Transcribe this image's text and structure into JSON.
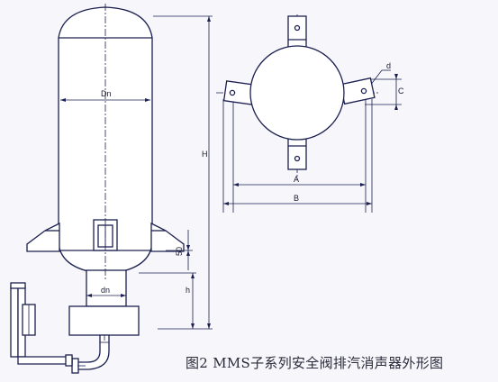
{
  "labels": {
    "Dn": "Dn",
    "dn": "dn",
    "H": "H",
    "h": "h",
    "fifty": "50",
    "A": "A",
    "B": "B",
    "C": "C",
    "d": "d",
    "l": "l"
  },
  "caption": "图2 MMS子系列安全阀排汽消声器外形图",
  "colors": {
    "line": "#1c2050",
    "fill": "#ffffff",
    "background": "#f6f6fb"
  }
}
